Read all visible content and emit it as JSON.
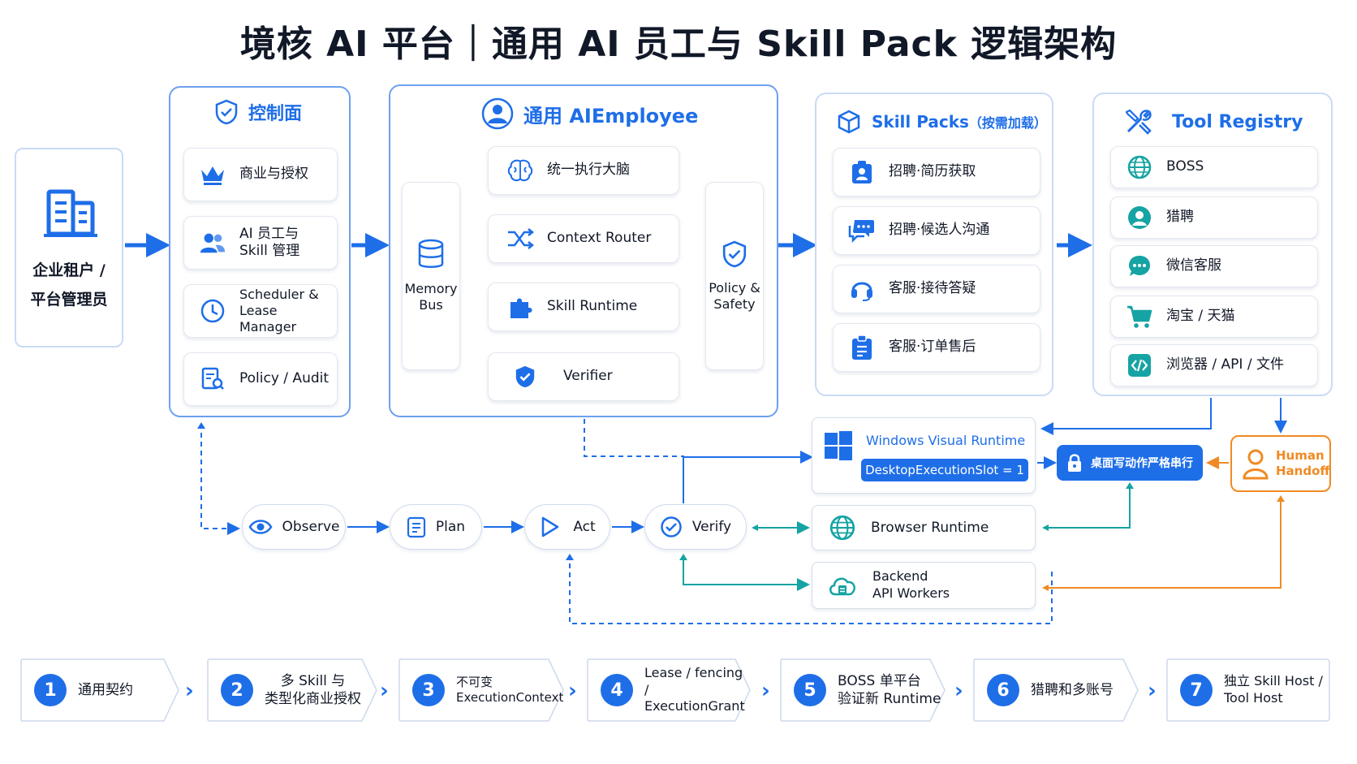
{
  "title": "境核 AI 平台｜通用 AI 员工与 Skill Pack 逻辑架构",
  "tenant": {
    "line1": "企业租户 /",
    "line2": "平台管理员",
    "icon": "building-icon"
  },
  "control_plane": {
    "title": "控制面",
    "items": [
      {
        "label": "商业与授权",
        "icon": "crown-icon"
      },
      {
        "label": "AI 员工与\nSkill 管理",
        "icon": "users-icon"
      },
      {
        "label": "Scheduler &\nLease Manager",
        "icon": "clock-icon"
      },
      {
        "label": "Policy / Audit",
        "icon": "audit-icon"
      }
    ]
  },
  "employee": {
    "title": "通用 AIEmployee",
    "memory_bus": "Memory\nBus",
    "policy_safety": "Policy &\nSafety",
    "flow": [
      {
        "label": "统一执行大脑",
        "icon": "brain-icon"
      },
      {
        "label": "Context Router",
        "icon": "shuffle-icon"
      },
      {
        "label": "Skill Runtime",
        "icon": "puzzle-icon"
      },
      {
        "label": "Verifier",
        "icon": "shield-check-icon"
      }
    ]
  },
  "skill_packs": {
    "title": "Skill Packs",
    "title_note": "（按需加载）",
    "items": [
      {
        "label": "招聘·简历获取",
        "icon": "resume-icon"
      },
      {
        "label": "招聘·候选人沟通",
        "icon": "chat-icon"
      },
      {
        "label": "客服·接待答疑",
        "icon": "headset-icon"
      },
      {
        "label": "客服·订单售后",
        "icon": "clipboard-icon"
      }
    ]
  },
  "tool_registry": {
    "title": "Tool Registry",
    "items": [
      {
        "label": "BOSS",
        "icon": "globe-icon"
      },
      {
        "label": "猎聘",
        "icon": "person-icon"
      },
      {
        "label": "微信客服",
        "icon": "wechat-bubble-icon"
      },
      {
        "label": "淘宝 / 天猫",
        "icon": "cart-icon"
      },
      {
        "label": "浏览器 / API / 文件",
        "icon": "code-icon"
      }
    ]
  },
  "loop": [
    {
      "label": "Observe",
      "icon": "eye-icon"
    },
    {
      "label": "Plan",
      "icon": "plan-icon"
    },
    {
      "label": "Act",
      "icon": "play-icon"
    },
    {
      "label": "Verify",
      "icon": "check-circle-icon"
    }
  ],
  "runtimes": {
    "windows": {
      "title": "Windows Visual Runtime",
      "slot": "DesktopExecutionSlot = 1"
    },
    "serial": "桌面写动作严格串行",
    "handoff": "Human\nHandoff",
    "browser": "Browser Runtime",
    "backend": "Backend\nAPI Workers"
  },
  "steps": [
    {
      "num": "1",
      "label": "通用契约"
    },
    {
      "num": "2",
      "label": "多 Skill 与\n类型化商业授权"
    },
    {
      "num": "3",
      "label": "不可变\nExecutionContext"
    },
    {
      "num": "4",
      "label": "Lease / fencing /\nExecutionGrant"
    },
    {
      "num": "5",
      "label": "BOSS 单平台\n验证新 Runtime"
    },
    {
      "num": "6",
      "label": "猎聘和多账号"
    },
    {
      "num": "7",
      "label": "独立 Skill Host /\nTool Host"
    }
  ],
  "colors": {
    "accent": "#1e6ee8",
    "teal": "#16a3a3",
    "orange": "#f08a24",
    "panel_border": "#6ea0ef"
  }
}
